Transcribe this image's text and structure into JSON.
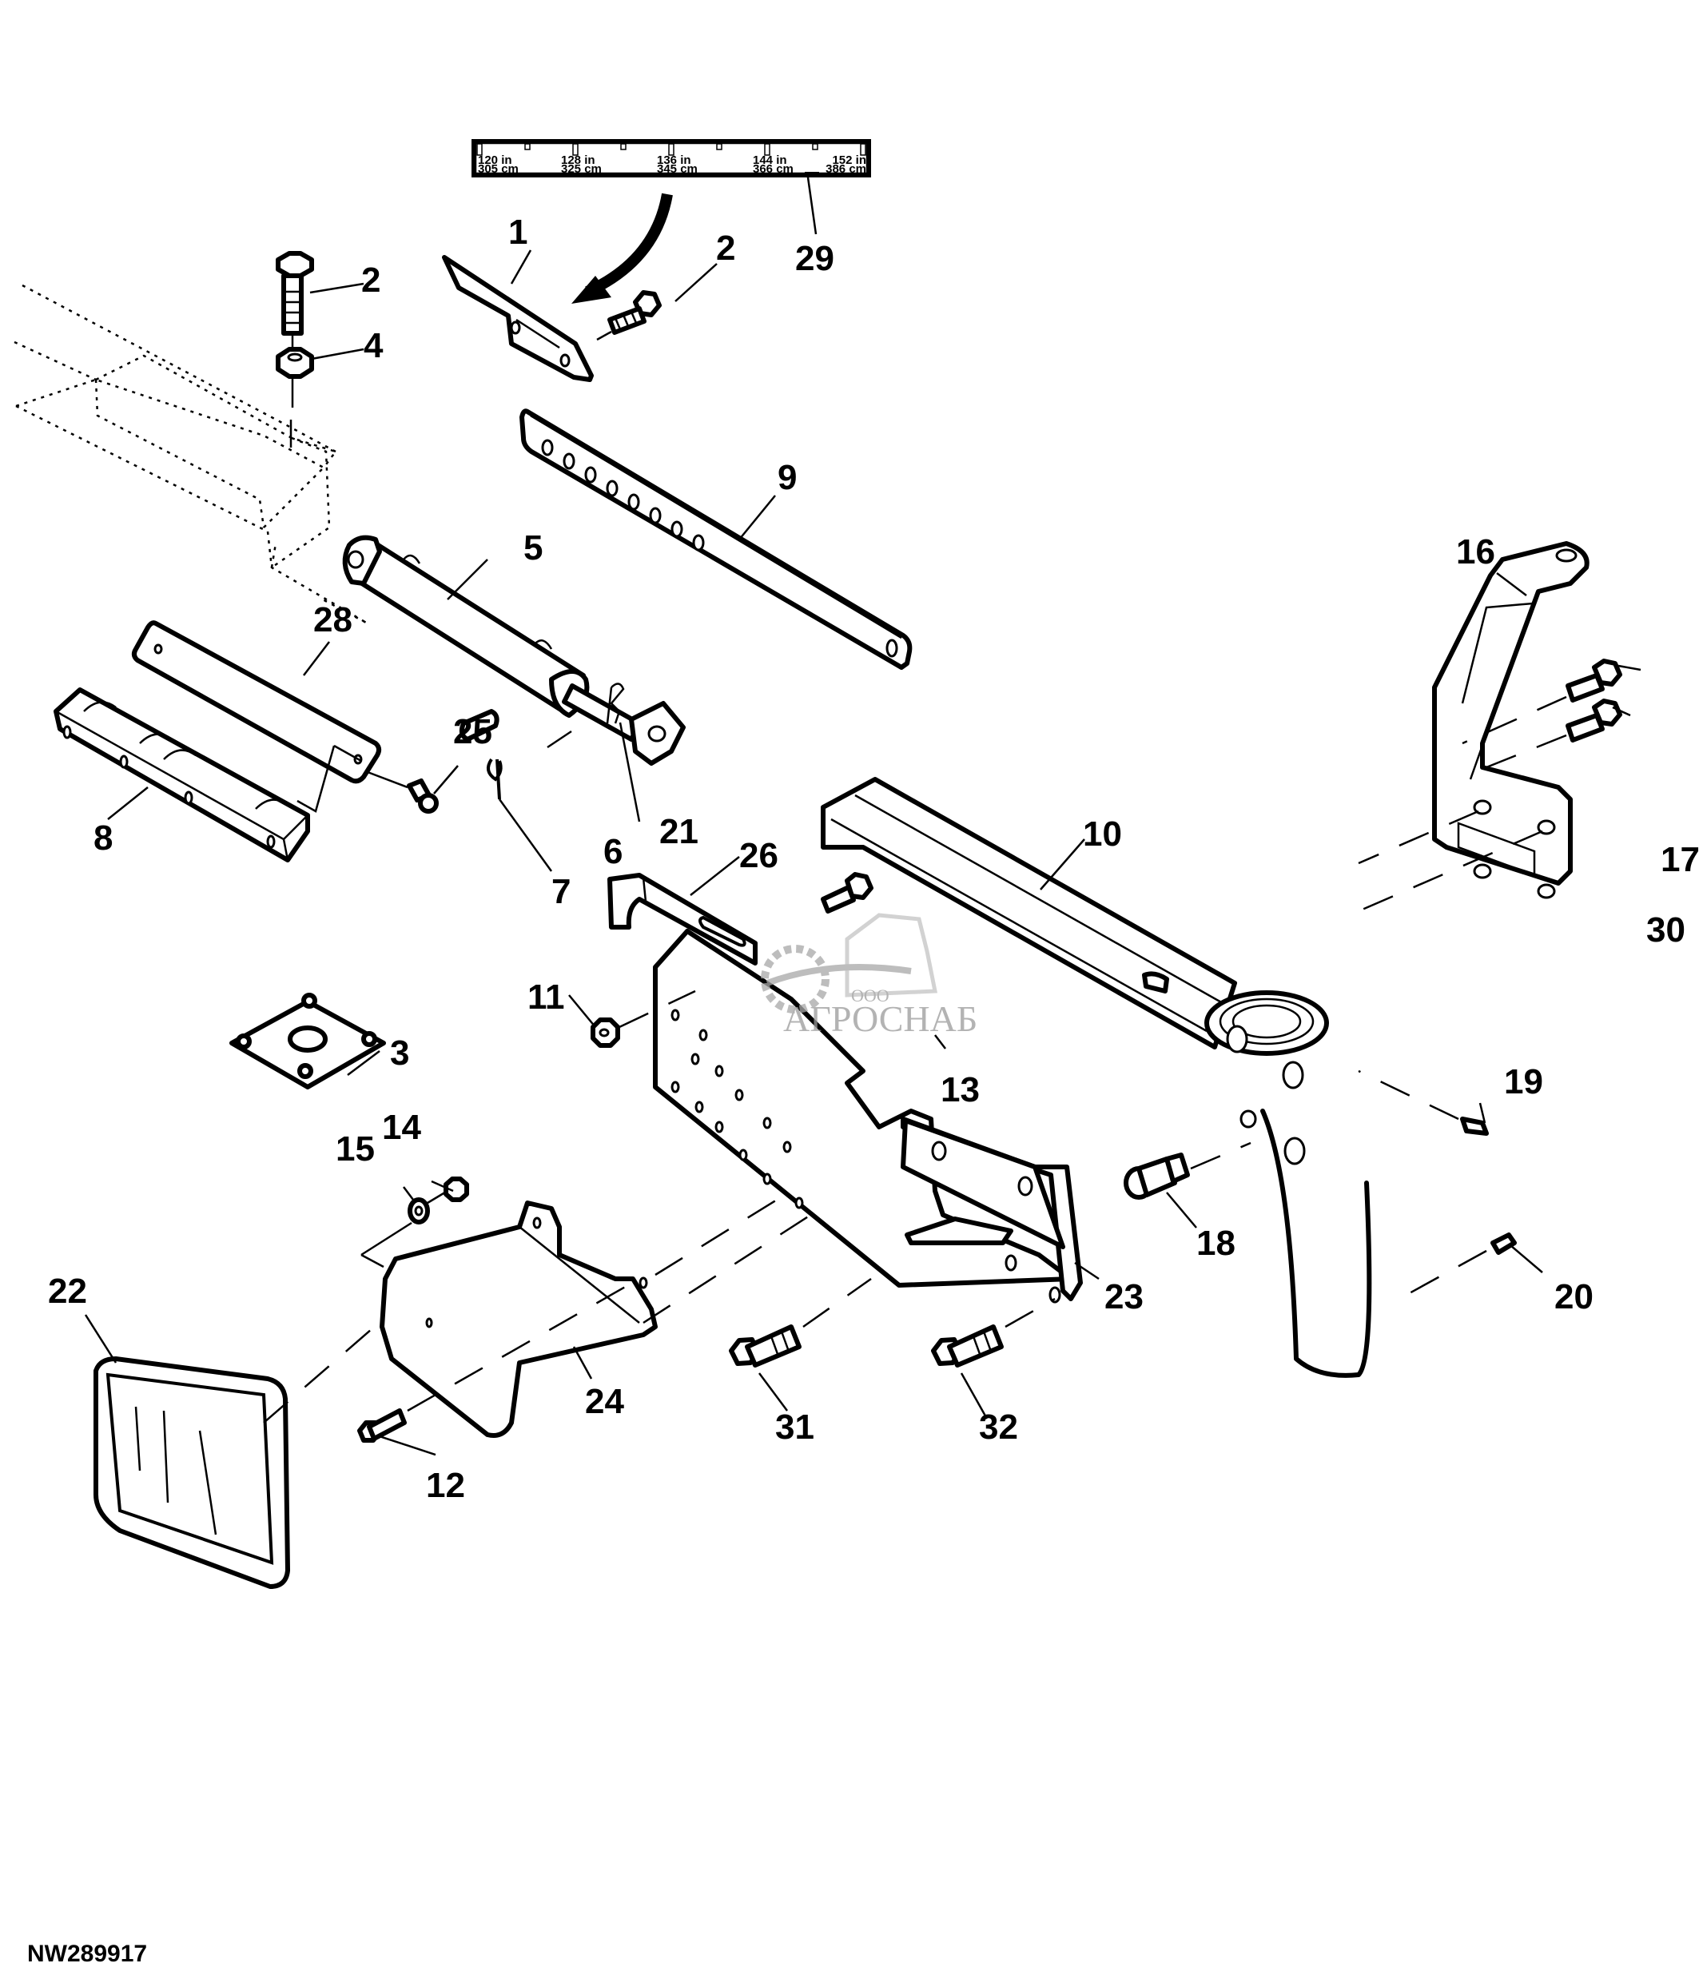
{
  "figure": {
    "id": "NW289917",
    "type": "exploded parts diagram"
  },
  "decal_ruler": {
    "callout": "29",
    "marks": [
      {
        "in": "120 in",
        "cm": "305 cm"
      },
      {
        "in": "128 in",
        "cm": "325 cm"
      },
      {
        "in": "136 in",
        "cm": "345 cm"
      },
      {
        "in": "144 in",
        "cm": "366 cm"
      },
      {
        "in": "152 in",
        "cm": "386 cm"
      }
    ]
  },
  "watermark": {
    "prefix": "ООО",
    "name": "АГРОСНАБ",
    "color": "#9a9a9a"
  },
  "callouts": {
    "c1": "1",
    "c2a": "2",
    "c2b": "2",
    "c3": "3",
    "c4": "4",
    "c5": "5",
    "c6": "6",
    "c7": "7",
    "c8": "8",
    "c9": "9",
    "c10": "10",
    "c11": "11",
    "c12": "12",
    "c13": "13",
    "c14": "14",
    "c15": "15",
    "c16": "16",
    "c17": "17",
    "c18": "18",
    "c19": "19",
    "c20": "20",
    "c21": "21",
    "c22": "22",
    "c23": "23",
    "c24": "24",
    "c25": "25",
    "c26": "26",
    "c28": "28",
    "c29": "29",
    "c30": "30",
    "c31": "31",
    "c32": "32"
  },
  "parts": [
    {
      "ref": "1",
      "name": "decal bracket"
    },
    {
      "ref": "2",
      "name": "flange bolt"
    },
    {
      "ref": "3",
      "name": "mounting plate"
    },
    {
      "ref": "4",
      "name": "nut"
    },
    {
      "ref": "5",
      "name": "hydraulic cylinder"
    },
    {
      "ref": "6",
      "name": "pin"
    },
    {
      "ref": "7",
      "name": "lynch pin"
    },
    {
      "ref": "8",
      "name": "channel guide"
    },
    {
      "ref": "9",
      "name": "adjustment bar"
    },
    {
      "ref": "10",
      "name": "arm"
    },
    {
      "ref": "11",
      "name": "nut"
    },
    {
      "ref": "12",
      "name": "bolt"
    },
    {
      "ref": "13",
      "name": "bracket plate"
    },
    {
      "ref": "14",
      "name": "nut"
    },
    {
      "ref": "15",
      "name": "washer"
    },
    {
      "ref": "16",
      "name": "upper bracket"
    },
    {
      "ref": "17",
      "name": "bolt"
    },
    {
      "ref": "18",
      "name": "fitting"
    },
    {
      "ref": "19",
      "name": "grease fitting"
    },
    {
      "ref": "20",
      "name": "grease fitting"
    },
    {
      "ref": "21",
      "name": "hair pin"
    },
    {
      "ref": "22",
      "name": "mirror"
    },
    {
      "ref": "23",
      "name": "pad"
    },
    {
      "ref": "24",
      "name": "mirror bracket"
    },
    {
      "ref": "25",
      "name": "screw"
    },
    {
      "ref": "26",
      "name": "strap"
    },
    {
      "ref": "28",
      "name": "strip"
    },
    {
      "ref": "29",
      "name": "decal"
    },
    {
      "ref": "30",
      "name": "bolt"
    },
    {
      "ref": "31",
      "name": "bolt"
    },
    {
      "ref": "32",
      "name": "bolt"
    }
  ]
}
